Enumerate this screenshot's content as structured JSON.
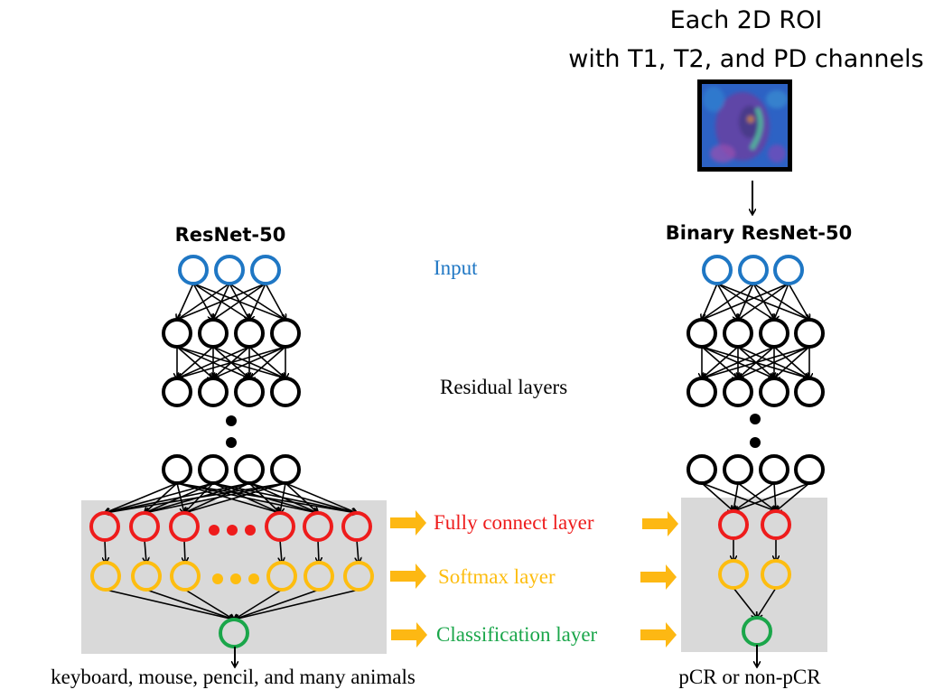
{
  "header": {
    "line1": "Each 2D ROI",
    "line2": "with T1, T2, and PD channels"
  },
  "left_network": {
    "title": "ResNet-50",
    "output_label": "keyboard, mouse, pencil, and many animals"
  },
  "right_network": {
    "title": "Binary ResNet-50",
    "output_label": "pCR or non-pCR"
  },
  "layer_labels": {
    "input": "Input",
    "residual": "Residual layers",
    "fully_connect": "Fully connect layer",
    "softmax": "Softmax layer",
    "classification": "Classification layer"
  },
  "colors": {
    "input": "#1f77c4",
    "hidden": "#000000",
    "fully_connect": "#ee1c1c",
    "softmax": "#fdbd10",
    "classification": "#1aa64a",
    "arrow": "#fdb813",
    "panel": "#d9d9d9"
  }
}
